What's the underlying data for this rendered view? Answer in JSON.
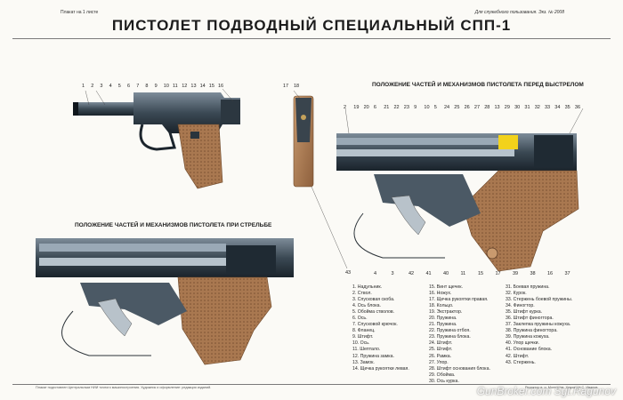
{
  "header": {
    "title": "ПИСТОЛЕТ ПОДВОДНЫЙ СПЕЦИАЛЬНЫЙ СПП-1",
    "top_left_note": "Плакат на 1 листе",
    "top_right_note": "Для служебного пользования. Экз. № 2008"
  },
  "sections": {
    "before_shot": "ПОЛОЖЕНИЕ ЧАСТЕЙ И МЕХАНИЗМОВ ПИСТОЛЕТА ПЕРЕД ВЫСТРЕЛОМ",
    "firing": "ПОЛОЖЕНИЕ ЧАСТЕЙ И МЕХАНИЗМОВ ПИСТОЛЕТА ПРИ СТРЕЛЬБЕ"
  },
  "legend": [
    "1. Надульник.",
    "2. Ствол.",
    "3. Спусковая скоба.",
    "4. Ось блока.",
    "5. Обойма стволов.",
    "6. Ось.",
    "7. Спусковой крючок.",
    "8. Фланец.",
    "9. Штифт.",
    "10. Ось.",
    "11. Шептало.",
    "12. Пружина замка.",
    "13. Замок.",
    "14. Щечка рукоятки левая.",
    "15. Винт щечек.",
    "16. Ножух.",
    "17. Щечка рукоятки правая.",
    "18. Кольцо.",
    "19. Экстрактор.",
    "20. Пружина.",
    "21. Пружина.",
    "22. Пружина отбоя.",
    "23. Пружина блока.",
    "24. Штифт.",
    "25. Штифт.",
    "26. Рамка.",
    "27. Упор.",
    "28. Штифт основания блока.",
    "29. Обойма.",
    "30. Ось курка.",
    "31. Боевая пружина.",
    "32. Курок.",
    "33. Стержень боевой пружины.",
    "34. Финогтор.",
    "35. Штифт курка.",
    "36. Штифт финогтора.",
    "37. Заклепка пружины кожуха.",
    "38. Пружина финогтора.",
    "39. Пружина кожуха.",
    "40. Упор щечки.",
    "41. Основание блока.",
    "42. Штифт.",
    "43. Стержень."
  ],
  "callouts": {
    "pistol_top": [
      "1",
      "2",
      "3",
      "4",
      "5",
      "6",
      "7",
      "8",
      "9",
      "10",
      "11",
      "12",
      "13",
      "14",
      "15",
      "16"
    ],
    "grip_panel": [
      "17",
      "18"
    ],
    "before_top": [
      "2",
      "19",
      "20",
      "6",
      "21",
      "22",
      "23",
      "9",
      "10",
      "5",
      "24",
      "25",
      "26",
      "27",
      "28",
      "13",
      "29",
      "30",
      "31",
      "32",
      "33",
      "34",
      "35",
      "36"
    ],
    "before_bottom": [
      "4",
      "3",
      "42",
      "41",
      "40",
      "11",
      "15",
      "17",
      "39",
      "38",
      "16",
      "37"
    ],
    "firing_bottom": [
      "43"
    ]
  },
  "footer": {
    "left": "Плакат подготовлен Центральным НИИ точного машиностроения. Художник и оформление: редакция изданий.",
    "right": "Редактор в. и. Молчанов. Художник С. Иванов."
  },
  "watermark": "GunBroker.com Sgt.Ragunov",
  "colors": {
    "steel": "#5c6b7a",
    "steel_dark": "#1f2a33",
    "steel_light": "#9aa9b6",
    "wood": "#b5835a",
    "wood_dark": "#8a5d3a",
    "accent_yellow": "#f2d21b"
  }
}
